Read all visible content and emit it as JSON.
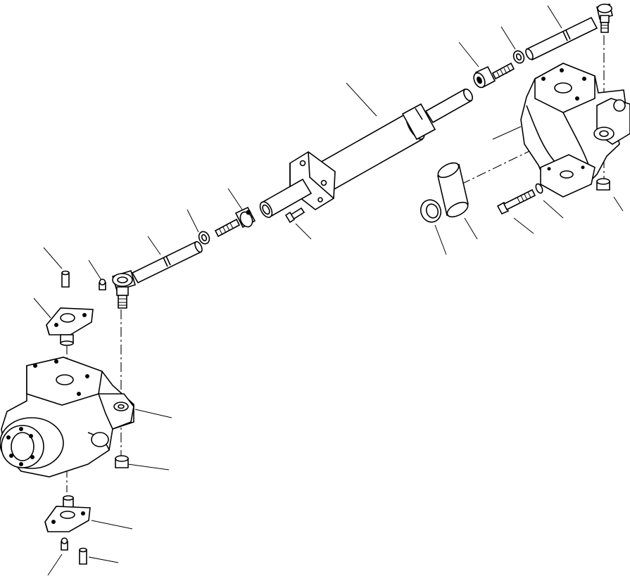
{
  "figure": {
    "type": "exploded-parts-diagram",
    "colors": {
      "ink": "#000000",
      "background": "#ffffff"
    }
  },
  "parts": [
    {
      "id": "cylinder-body",
      "icon": "hydraulic-cylinder-icon"
    },
    {
      "id": "cylinder-rod",
      "icon": "piston-rod-icon"
    },
    {
      "id": "rod-end-eye-right",
      "icon": "rod-eye-icon"
    },
    {
      "id": "rod-end-eye-left",
      "icon": "rod-eye-icon"
    },
    {
      "id": "tie-rod-tube-left",
      "icon": "tube-icon"
    },
    {
      "id": "tie-rod-tube-right",
      "icon": "tube-icon"
    },
    {
      "id": "ball-joint-left",
      "icon": "ball-joint-icon"
    },
    {
      "id": "ball-joint-right",
      "icon": "ball-joint-icon"
    },
    {
      "id": "steering-knuckle-left",
      "icon": "knuckle-icon"
    },
    {
      "id": "steering-knuckle-right",
      "icon": "knuckle-icon"
    },
    {
      "id": "king-pin-cap-upper",
      "icon": "cap-plate-icon"
    },
    {
      "id": "king-pin-cap-lower",
      "icon": "cap-plate-icon"
    },
    {
      "id": "bushing",
      "icon": "bushing-icon"
    },
    {
      "id": "seal",
      "icon": "seal-ring-icon"
    },
    {
      "id": "bolts",
      "icon": "bolt-icon"
    },
    {
      "id": "nuts",
      "icon": "nut-icon"
    },
    {
      "id": "grease-fittings",
      "icon": "grease-fitting-icon"
    }
  ],
  "callouts": [],
  "printed_text": []
}
